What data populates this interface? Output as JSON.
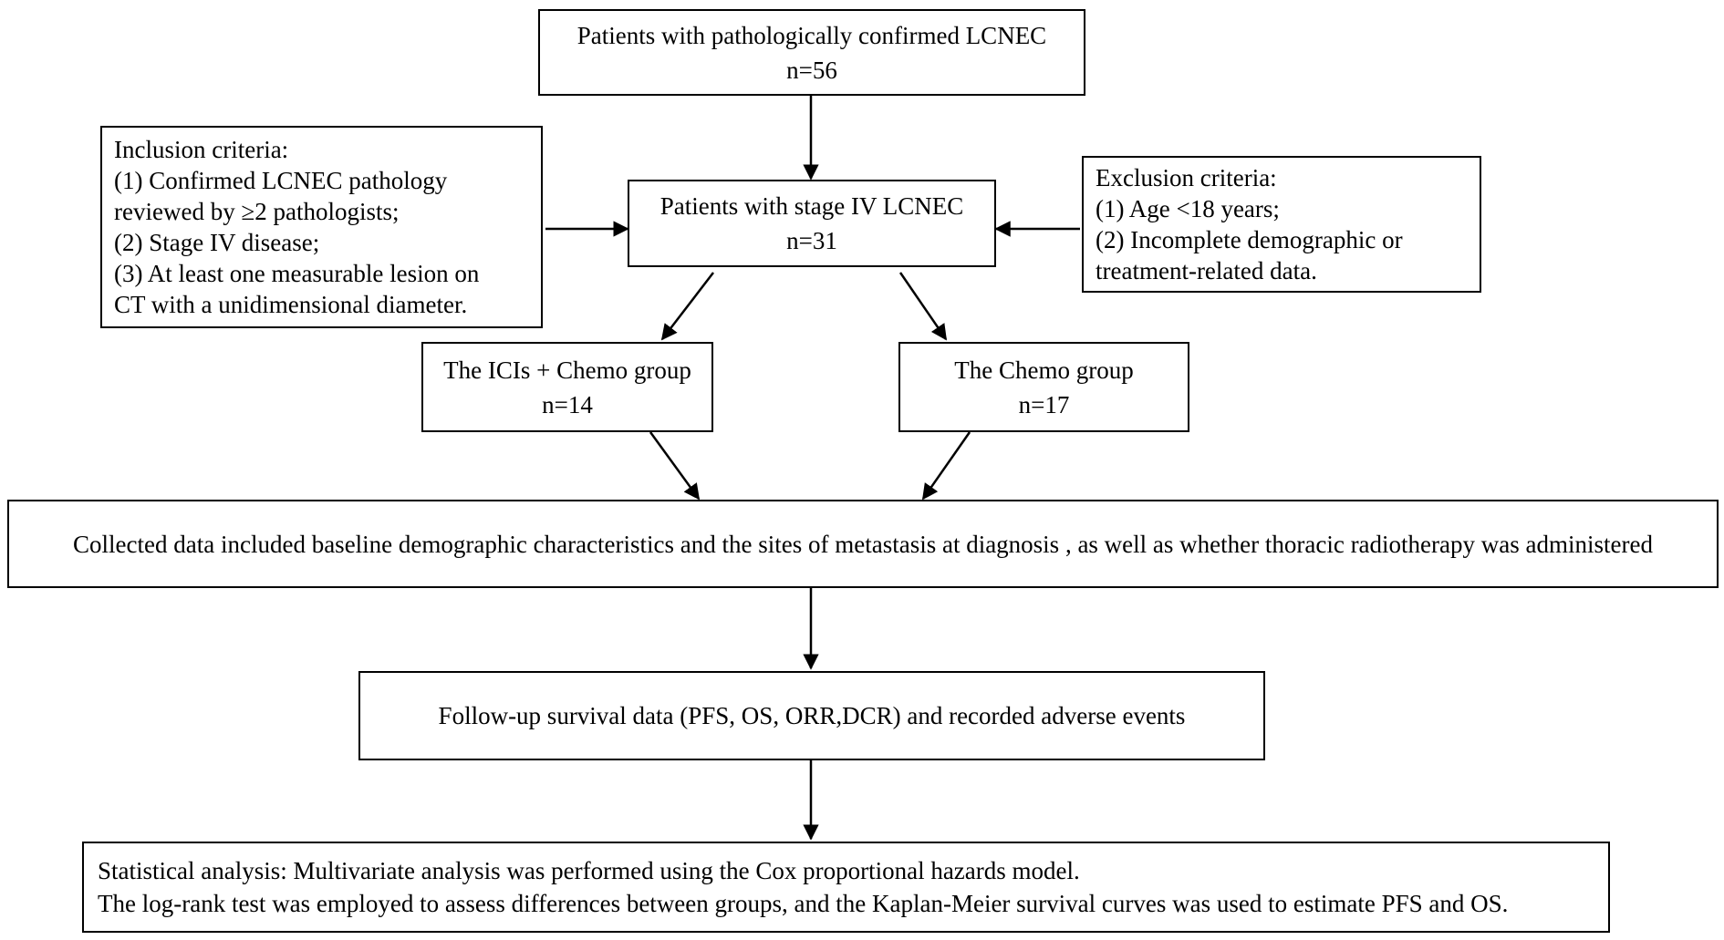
{
  "top": {
    "title": "Patients with pathologically confirmed LCNEC",
    "n": "n=56"
  },
  "inclusion": {
    "lines": [
      "Inclusion criteria:",
      "(1) Confirmed LCNEC pathology",
      "reviewed by ≥2 pathologists;",
      "(2) Stage IV disease;",
      "(3) At least one measurable lesion on",
      "CT with a unidimensional diameter."
    ]
  },
  "stage4": {
    "title": "Patients with stage IV LCNEC",
    "n": "n=31"
  },
  "exclusion": {
    "lines": [
      "Exclusion criteria:",
      "(1) Age <18 years;",
      "(2) Incomplete demographic or",
      "treatment-related data."
    ]
  },
  "ici_group": {
    "title": "The ICIs + Chemo group",
    "n": "n=14"
  },
  "chemo_group": {
    "title": "The Chemo group",
    "n": "n=17"
  },
  "collected": {
    "text": "Collected data included baseline demographic characteristics and the sites of metastasis at diagnosis , as well as whether thoracic radiotherapy was administered"
  },
  "followup": {
    "text": "Follow-up survival data (PFS, OS, ORR,DCR) and recorded adverse events"
  },
  "statistics": {
    "lines": [
      "Statistical analysis: Multivariate analysis was performed using the Cox proportional hazards model.",
      "The log-rank test was employed to assess differences between groups, and the Kaplan-Meier survival curves was used to estimate PFS and OS."
    ]
  },
  "colors": {
    "stroke": "#000000",
    "background": "#ffffff"
  }
}
